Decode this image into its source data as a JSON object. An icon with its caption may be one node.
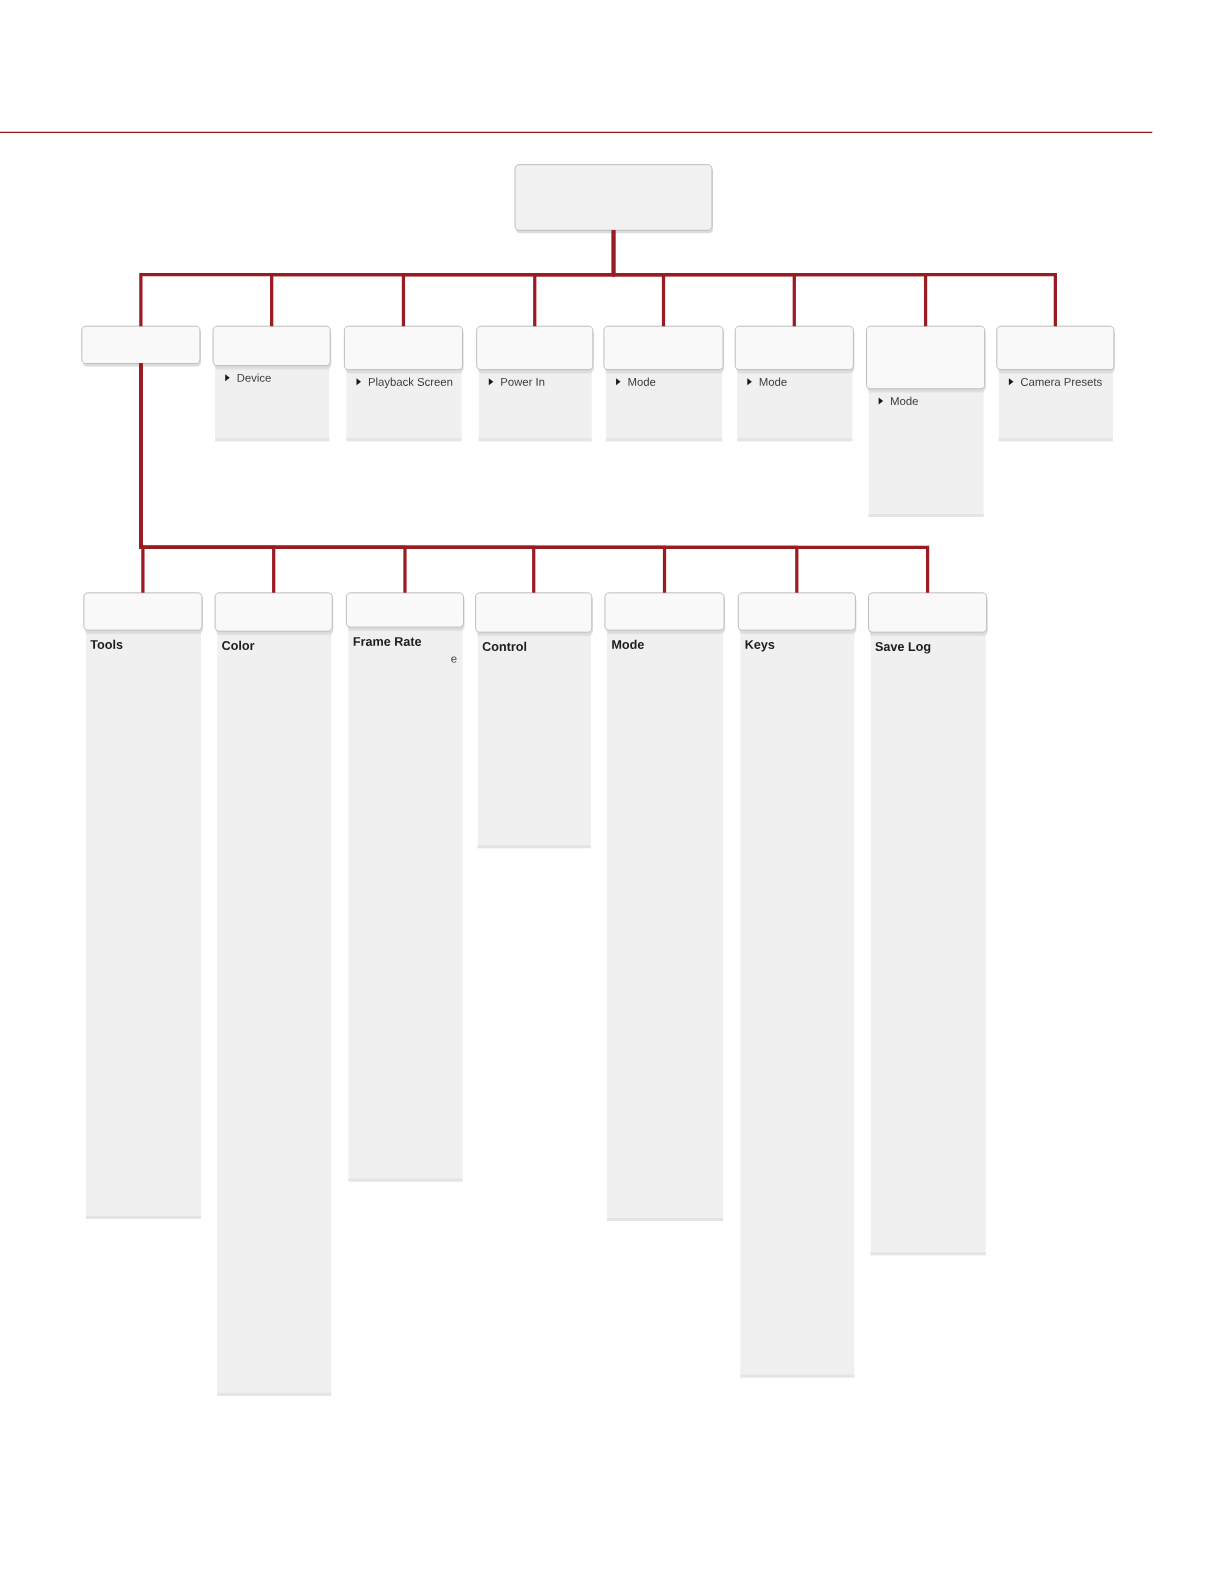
{
  "diagram": {
    "nodes": [
      {
        "text": [],
        "shape": "box"
      },
      {
        "text": [],
        "shape": "box"
      },
      {
        "text": [
          "Device"
        ]
      },
      {
        "text": [
          "Playback Screen"
        ]
      },
      {
        "text": [
          "Power In"
        ]
      },
      {
        "text": [
          "Mode"
        ]
      },
      {
        "text": [
          "Mode"
        ]
      },
      {
        "text": [
          "Mode"
        ]
      },
      {
        "text": [
          "Camera Presets"
        ]
      },
      {
        "text": [
          "Tools"
        ]
      },
      {
        "text": [
          "Color"
        ]
      },
      {
        "text": [
          "Frame Rate",
          "e"
        ]
      },
      {
        "text": [
          "Control"
        ]
      },
      {
        "text": [
          "Mode"
        ]
      },
      {
        "text": [
          "Keys"
        ]
      },
      {
        "text": [
          "Save Log"
        ]
      }
    ],
    "edges": [
      {
        "from": 0,
        "to": 1,
        "arrow": "none"
      },
      {
        "from": 0,
        "to": 2,
        "arrow": "none"
      },
      {
        "from": 0,
        "to": 3,
        "arrow": "none"
      },
      {
        "from": 0,
        "to": 4,
        "arrow": "none"
      },
      {
        "from": 0,
        "to": 5,
        "arrow": "none"
      },
      {
        "from": 0,
        "to": 6,
        "arrow": "none"
      },
      {
        "from": 0,
        "to": 7,
        "arrow": "none"
      },
      {
        "from": 0,
        "to": 8,
        "arrow": "none"
      },
      {
        "from": 1,
        "to": 9,
        "arrow": "none"
      },
      {
        "from": 1,
        "to": 10,
        "arrow": "none"
      },
      {
        "from": 1,
        "to": 11,
        "arrow": "none"
      },
      {
        "from": 1,
        "to": 12,
        "arrow": "none"
      },
      {
        "from": 1,
        "to": 13,
        "arrow": "none"
      },
      {
        "from": 1,
        "to": 14,
        "arrow": "none"
      },
      {
        "from": 1,
        "to": 15,
        "arrow": "none"
      }
    ]
  }
}
